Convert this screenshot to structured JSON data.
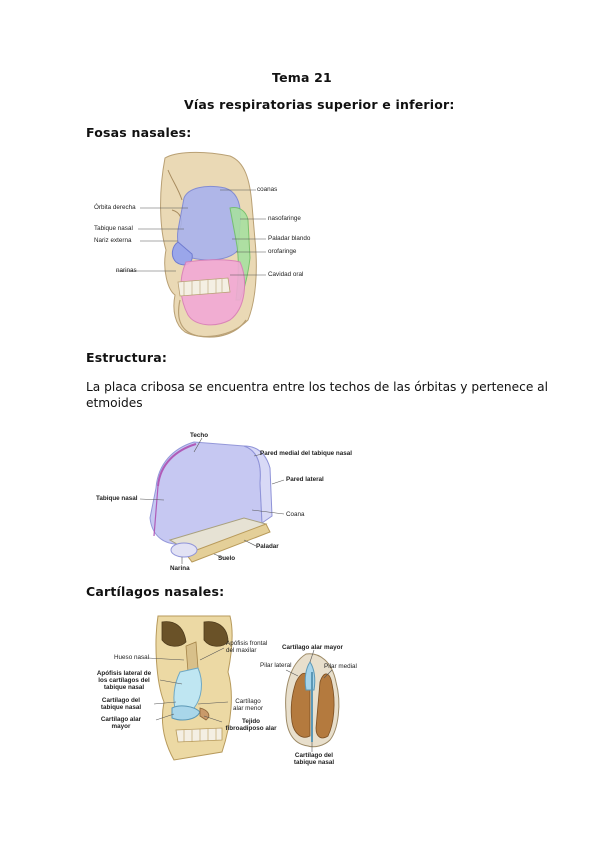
{
  "doc": {
    "title": "Tema 21",
    "subtitle": "Vías respiratorias superior e inferior:",
    "section1": "Fosas nasales:",
    "section2": "Estructura:",
    "paragraph_line1": "La placa cribosa se encuentra entre los techos de las órbitas y pertenece al",
    "paragraph_line2": "etmoides",
    "section3": "Cartílagos nasales:"
  },
  "fig1": {
    "labels": {
      "coanas": "coanas",
      "orbita": "Órbita derecha",
      "tabique": "Tabique nasal",
      "nariz": "Nariz externa",
      "narinas": "narinas",
      "nasofaringe": "nasofaringe",
      "paladar": "Paladar blando",
      "orofaringe": "orofaringe",
      "cavidad": "Cavidad oral"
    }
  },
  "fig2": {
    "labels": {
      "techo": "Techo",
      "pared_medial": "Pared medial del tabique nasal",
      "pared_lateral": "Pared lateral",
      "tabique": "Tabique nasal",
      "coana": "Coana",
      "paladar": "Paladar",
      "suelo": "Suelo",
      "narina": "Narina"
    }
  },
  "fig3": {
    "labels": {
      "hueso": "Hueso nasal",
      "apofisis_frontal_1": "Apófisis frontal",
      "apofisis_frontal_2": "del maxilar",
      "apofisis_lat_1": "Apófisis lateral de",
      "apofisis_lat_2": "los cartílagos del",
      "apofisis_lat_3": "tabique nasal",
      "cart_tabique_1": "Cartílago del",
      "cart_tabique_2": "tabique nasal",
      "cart_alar_1": "Cartílago alar",
      "cart_alar_2": "mayor",
      "alar_menor_1": "Cartílago",
      "alar_menor_2": "alar menor",
      "tejido_1": "Tejido",
      "tejido_2": "fibroadiposo alar",
      "alar_mayor_r": "Cartílago alar mayor",
      "pilar_lateral": "Pilar lateral",
      "pilar_medial": "Pilar medial",
      "cart_tabique_r1": "Cartílago del",
      "cart_tabique_r2": "tabique nasal"
    }
  }
}
